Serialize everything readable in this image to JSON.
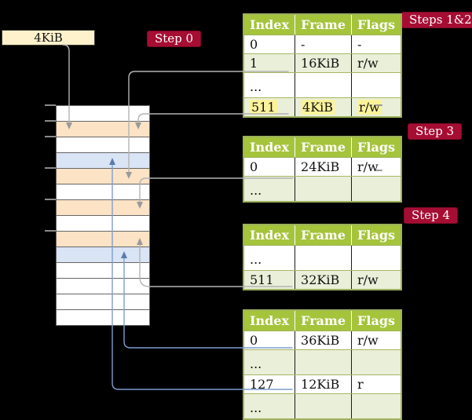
{
  "frame_box": {
    "label": "4KiB"
  },
  "badges": {
    "step0": {
      "label": "Step 0"
    },
    "steps12": {
      "label": "Steps 1&2"
    },
    "step3": {
      "label": "Step 3"
    },
    "step4": {
      "label": "Step 4"
    }
  },
  "memory": {
    "row_colors": [
      "white",
      "peach",
      "white",
      "blue",
      "peach",
      "white",
      "peach",
      "white",
      "peach",
      "blue",
      "white",
      "white",
      "white",
      "white"
    ],
    "tick_rows": [
      0,
      1,
      2,
      4,
      6,
      8
    ]
  },
  "tables": [
    {
      "id": "t1",
      "headers": [
        "Index",
        "Frame",
        "Flags"
      ],
      "rows": [
        {
          "cells": [
            "0",
            "-",
            "-"
          ]
        },
        {
          "cells": [
            "1",
            "16KiB",
            "r/w"
          ]
        },
        {
          "cells": [
            "...",
            "",
            ""
          ],
          "dots": true
        },
        {
          "cells": [
            "511",
            "4KiB",
            "r/w"
          ],
          "highlight": true
        }
      ]
    },
    {
      "id": "t2",
      "headers": [
        "Index",
        "Frame",
        "Flags"
      ],
      "rows": [
        {
          "cells": [
            "0",
            "24KiB",
            "r/w"
          ]
        },
        {
          "cells": [
            "...",
            "",
            ""
          ],
          "dots": true
        }
      ]
    },
    {
      "id": "t3",
      "headers": [
        "Index",
        "Frame",
        "Flags"
      ],
      "rows": [
        {
          "cells": [
            "...",
            "",
            ""
          ],
          "dots": true
        },
        {
          "cells": [
            "511",
            "32KiB",
            "r/w"
          ]
        }
      ]
    },
    {
      "id": "t4",
      "headers": [
        "Index",
        "Frame",
        "Flags"
      ],
      "rows": [
        {
          "cells": [
            "0",
            "36KiB",
            "r/w"
          ]
        },
        {
          "cells": [
            "...",
            "",
            ""
          ],
          "dots": true
        },
        {
          "cells": [
            "127",
            "12KiB",
            "r"
          ]
        },
        {
          "cells": [
            "...",
            "",
            ""
          ],
          "dots": true
        }
      ]
    }
  ],
  "colors": {
    "background": "#000000",
    "badge_red": "#a60d33",
    "table_header_green": "#a5c43c",
    "table_row_green": "#e9efd9",
    "table_border_green": "#9db15c",
    "memory_peach": "#fce3c6",
    "memory_blue": "#d9e4f5",
    "frame_box_cream": "#fdf2cc",
    "highlight_yellow": "#fbf39b",
    "arrow_gray": "#b3b3b3",
    "arrow_blue": "#7e9ecb"
  }
}
